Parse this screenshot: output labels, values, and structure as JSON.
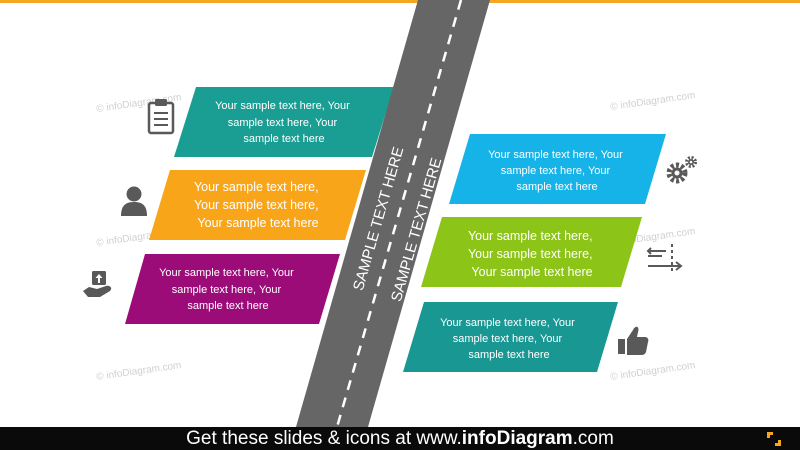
{
  "colors": {
    "accent_top": "#f5a623",
    "road": "#666666",
    "teal": "#1a9e93",
    "orange": "#f9a51a",
    "purple": "#9c0c78",
    "blue": "#16b3e8",
    "green": "#8cc418",
    "teal2": "#199793",
    "icon": "#595959"
  },
  "road": {
    "label_1": "SAMPLE TEXT HERE",
    "label_2": "SAMPLE TEXT HERE"
  },
  "left_boxes": [
    {
      "line1": "Your sample text here, Your",
      "line2": "sample text here, Your",
      "line3": "sample text here",
      "icon": "clipboard-icon"
    },
    {
      "line1": "Your sample text here,",
      "line2": "Your sample text here,",
      "line3": "Your sample text here",
      "icon": "person-icon"
    },
    {
      "line1": "Your sample text here, Your",
      "line2": "sample text here, Your",
      "line3": "sample text here",
      "icon": "hand-box-icon"
    }
  ],
  "right_boxes": [
    {
      "line1": "Your sample text here, Your",
      "line2": "sample text here, Your",
      "line3": "sample text here",
      "icon": "gears-icon"
    },
    {
      "line1": "Your sample text here,",
      "line2": "Your sample text here,",
      "line3": "Your sample text here",
      "icon": "arrows-icon"
    },
    {
      "line1": "Your sample text here, Your",
      "line2": "sample text here, Your",
      "line3": "sample text here",
      "icon": "thumbs-up-icon"
    }
  ],
  "watermark": "© infoDiagram.com",
  "footer": {
    "text_pre": "Get these slides & icons at www.",
    "text_brand": "infoDiagram",
    "text_post": ".com"
  }
}
